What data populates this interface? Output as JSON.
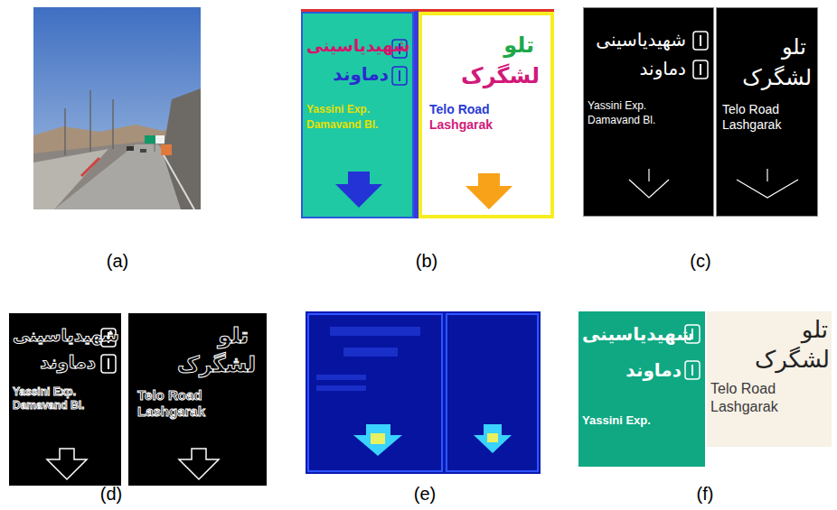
{
  "diagram": {
    "nodes": [
      {
        "text": [
          "شهیدیاسینی",
          "دماوند",
          "Yassini Exp.",
          "Damavand Bl."
        ]
      },
      {
        "text": [
          "تلو",
          "لشگرک",
          "Telo Road",
          "Lashgarak"
        ]
      },
      {
        "text": [
          "شهیدیاسینی",
          "دماوند",
          "Yassini Exp.",
          "Damavand Bl."
        ]
      },
      {
        "text": [
          "تلو",
          "لشگرک",
          "Telo Road",
          "Lashgarak"
        ]
      },
      {
        "text": [
          "شهیدیاسینی",
          "دماوند",
          "Yassini Exp.",
          "Damavand Bl."
        ]
      },
      {
        "text": [
          "تلو",
          "لشگرک",
          "Telo Road",
          "Lashgarak"
        ]
      },
      {
        "text": [
          "شهیدیاسینی",
          "دماوند",
          "Yassini Exp."
        ]
      },
      {
        "text": [
          "تلو",
          "لشگرک",
          "Telo Road",
          "Lashgarak"
        ]
      }
    ],
    "labels": [
      "(a)",
      "(b)",
      "(c)",
      "(d)",
      "(e)",
      "(f)"
    ]
  }
}
